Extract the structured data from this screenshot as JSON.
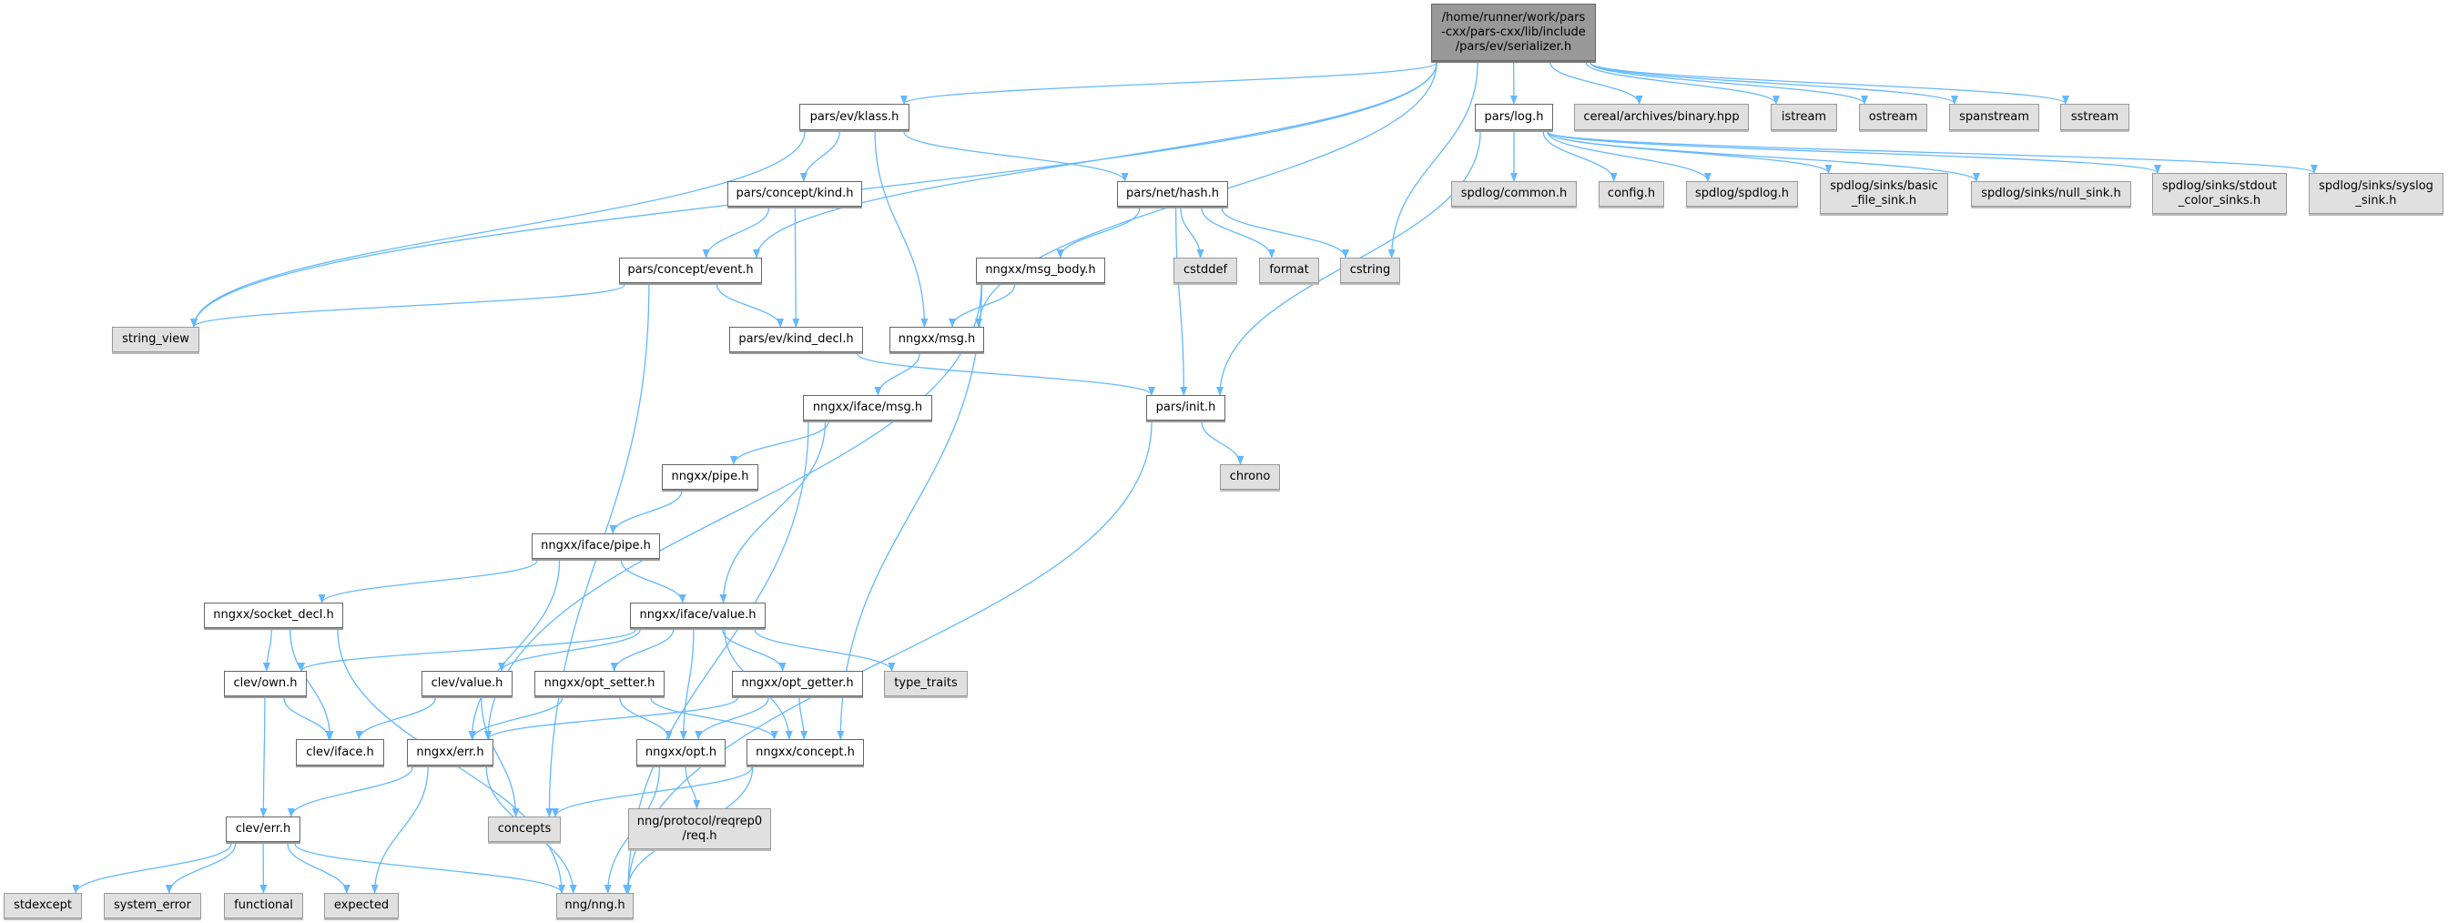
{
  "graph": {
    "title": "/home/runner/work/pars-cxx/pars-cxx/lib/include/pars/ev/serializer.h",
    "colors": {
      "edge": "#63b8ff",
      "root_fill": "#999999",
      "local_fill": "#ffffff",
      "external_fill": "#e0e0e0"
    },
    "nodes": [
      {
        "id": "root",
        "label": "/home/runner/work/pars\n-cxx/pars-cxx/lib/include\n/pars/ev/serializer.h",
        "kind": "root"
      },
      {
        "id": "klass",
        "label": "pars/ev/klass.h",
        "kind": "local"
      },
      {
        "id": "log",
        "label": "pars/log.h",
        "kind": "local"
      },
      {
        "id": "cereal",
        "label": "cereal/archives/binary.hpp",
        "kind": "ext"
      },
      {
        "id": "istream",
        "label": "istream",
        "kind": "ext"
      },
      {
        "id": "ostream",
        "label": "ostream",
        "kind": "ext"
      },
      {
        "id": "spanstream",
        "label": "spanstream",
        "kind": "ext"
      },
      {
        "id": "sstream",
        "label": "sstream",
        "kind": "ext"
      },
      {
        "id": "kind",
        "label": "pars/concept/kind.h",
        "kind": "local"
      },
      {
        "id": "hash",
        "label": "pars/net/hash.h",
        "kind": "local"
      },
      {
        "id": "spdcommon",
        "label": "spdlog/common.h",
        "kind": "ext"
      },
      {
        "id": "config",
        "label": "config.h",
        "kind": "ext"
      },
      {
        "id": "spdlog",
        "label": "spdlog/spdlog.h",
        "kind": "ext"
      },
      {
        "id": "basic",
        "label": "spdlog/sinks/basic\n_file_sink.h",
        "kind": "ext"
      },
      {
        "id": "nullsink",
        "label": "spdlog/sinks/null_sink.h",
        "kind": "ext"
      },
      {
        "id": "stdout",
        "label": "spdlog/sinks/stdout\n_color_sinks.h",
        "kind": "ext"
      },
      {
        "id": "syslog",
        "label": "spdlog/sinks/syslog\n_sink.h",
        "kind": "ext"
      },
      {
        "id": "event",
        "label": "pars/concept/event.h",
        "kind": "local"
      },
      {
        "id": "msgbody",
        "label": "nngxx/msg_body.h",
        "kind": "local"
      },
      {
        "id": "cstddef",
        "label": "cstddef",
        "kind": "ext"
      },
      {
        "id": "format",
        "label": "format",
        "kind": "ext"
      },
      {
        "id": "cstring",
        "label": "cstring",
        "kind": "ext"
      },
      {
        "id": "stringview",
        "label": "string_view",
        "kind": "ext"
      },
      {
        "id": "kinddecl",
        "label": "pars/ev/kind_decl.h",
        "kind": "local"
      },
      {
        "id": "msg",
        "label": "nngxx/msg.h",
        "kind": "local"
      },
      {
        "id": "ifacemsg",
        "label": "nngxx/iface/msg.h",
        "kind": "local"
      },
      {
        "id": "init",
        "label": "pars/init.h",
        "kind": "local"
      },
      {
        "id": "chrono",
        "label": "chrono",
        "kind": "ext"
      },
      {
        "id": "pipe",
        "label": "nngxx/pipe.h",
        "kind": "local"
      },
      {
        "id": "ifacepipe",
        "label": "nngxx/iface/pipe.h",
        "kind": "local"
      },
      {
        "id": "socketdecl",
        "label": "nngxx/socket_decl.h",
        "kind": "local"
      },
      {
        "id": "ifacevalue",
        "label": "nngxx/iface/value.h",
        "kind": "local"
      },
      {
        "id": "own",
        "label": "clev/own.h",
        "kind": "local"
      },
      {
        "id": "clevvalue",
        "label": "clev/value.h",
        "kind": "local"
      },
      {
        "id": "optsetter",
        "label": "nngxx/opt_setter.h",
        "kind": "local"
      },
      {
        "id": "optgetter",
        "label": "nngxx/opt_getter.h",
        "kind": "local"
      },
      {
        "id": "typetraits",
        "label": "type_traits",
        "kind": "ext"
      },
      {
        "id": "iface",
        "label": "clev/iface.h",
        "kind": "local"
      },
      {
        "id": "err",
        "label": "nngxx/err.h",
        "kind": "local"
      },
      {
        "id": "opt",
        "label": "nngxx/opt.h",
        "kind": "local"
      },
      {
        "id": "concept",
        "label": "nngxx/concept.h",
        "kind": "local"
      },
      {
        "id": "cleverr",
        "label": "clev/err.h",
        "kind": "local"
      },
      {
        "id": "concepts",
        "label": "concepts",
        "kind": "ext"
      },
      {
        "id": "reqrep",
        "label": "nng/protocol/reqrep0\n/req.h",
        "kind": "ext"
      },
      {
        "id": "stdexcept",
        "label": "stdexcept",
        "kind": "ext"
      },
      {
        "id": "syserr",
        "label": "system_error",
        "kind": "ext"
      },
      {
        "id": "functional",
        "label": "functional",
        "kind": "ext"
      },
      {
        "id": "expected",
        "label": "expected",
        "kind": "ext"
      },
      {
        "id": "nng",
        "label": "nng/nng.h",
        "kind": "ext"
      }
    ],
    "edges": [
      [
        "root",
        "stringview"
      ],
      [
        "root",
        "event"
      ],
      [
        "root",
        "klass"
      ],
      [
        "root",
        "msg"
      ],
      [
        "root",
        "cstring"
      ],
      [
        "root",
        "log"
      ],
      [
        "root",
        "cereal"
      ],
      [
        "root",
        "istream"
      ],
      [
        "root",
        "ostream"
      ],
      [
        "root",
        "spanstream"
      ],
      [
        "root",
        "sstream"
      ],
      [
        "klass",
        "stringview"
      ],
      [
        "klass",
        "kind"
      ],
      [
        "klass",
        "msg"
      ],
      [
        "klass",
        "hash"
      ],
      [
        "kind",
        "event"
      ],
      [
        "kind",
        "kinddecl"
      ],
      [
        "event",
        "stringview"
      ],
      [
        "event",
        "kinddecl"
      ],
      [
        "event",
        "concepts"
      ],
      [
        "hash",
        "msgbody"
      ],
      [
        "hash",
        "init"
      ],
      [
        "hash",
        "cstddef"
      ],
      [
        "hash",
        "format"
      ],
      [
        "hash",
        "cstring"
      ],
      [
        "msgbody",
        "msg"
      ],
      [
        "msgbody",
        "err"
      ],
      [
        "msgbody",
        "concept"
      ],
      [
        "kinddecl",
        "init"
      ],
      [
        "msg",
        "ifacemsg"
      ],
      [
        "ifacemsg",
        "pipe"
      ],
      [
        "ifacemsg",
        "ifacevalue"
      ],
      [
        "ifacemsg",
        "nng"
      ],
      [
        "init",
        "chrono"
      ],
      [
        "init",
        "nng"
      ],
      [
        "log",
        "init"
      ],
      [
        "log",
        "spdcommon"
      ],
      [
        "log",
        "config"
      ],
      [
        "log",
        "spdlog"
      ],
      [
        "log",
        "basic"
      ],
      [
        "log",
        "nullsink"
      ],
      [
        "log",
        "stdout"
      ],
      [
        "log",
        "syslog"
      ],
      [
        "pipe",
        "ifacepipe"
      ],
      [
        "ifacepipe",
        "socketdecl"
      ],
      [
        "ifacepipe",
        "err"
      ],
      [
        "ifacepipe",
        "ifacevalue"
      ],
      [
        "socketdecl",
        "own"
      ],
      [
        "socketdecl",
        "iface"
      ],
      [
        "socketdecl",
        "nng"
      ],
      [
        "ifacevalue",
        "own"
      ],
      [
        "ifacevalue",
        "clevvalue"
      ],
      [
        "ifacevalue",
        "optsetter"
      ],
      [
        "ifacevalue",
        "opt"
      ],
      [
        "ifacevalue",
        "optgetter"
      ],
      [
        "ifacevalue",
        "typetraits"
      ],
      [
        "ifacevalue",
        "concept"
      ],
      [
        "own",
        "iface"
      ],
      [
        "own",
        "cleverr"
      ],
      [
        "clevvalue",
        "iface"
      ],
      [
        "clevvalue",
        "concepts"
      ],
      [
        "optsetter",
        "err"
      ],
      [
        "optsetter",
        "opt"
      ],
      [
        "optsetter",
        "concept"
      ],
      [
        "optgetter",
        "err"
      ],
      [
        "optgetter",
        "opt"
      ],
      [
        "optgetter",
        "concept"
      ],
      [
        "err",
        "cleverr"
      ],
      [
        "err",
        "expected"
      ],
      [
        "err",
        "nng"
      ],
      [
        "opt",
        "reqrep"
      ],
      [
        "opt",
        "nng"
      ],
      [
        "concept",
        "concepts"
      ],
      [
        "concept",
        "nng"
      ],
      [
        "cleverr",
        "stdexcept"
      ],
      [
        "cleverr",
        "syserr"
      ],
      [
        "cleverr",
        "functional"
      ],
      [
        "cleverr",
        "expected"
      ],
      [
        "cleverr",
        "nng"
      ]
    ]
  }
}
